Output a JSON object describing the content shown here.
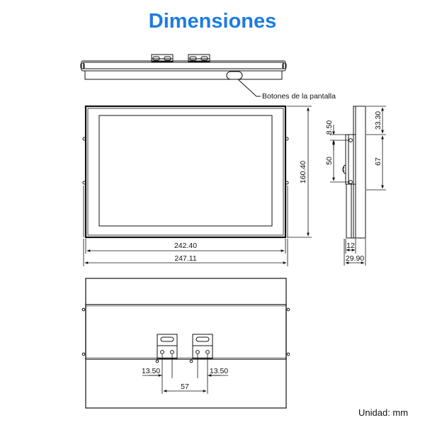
{
  "title": "Dimensiones",
  "callout": "Botones de la pantalla",
  "front": {
    "inner_width": "242.40",
    "outer_width": "247.11",
    "height": "160.40"
  },
  "side": {
    "top": "33.30",
    "bracket_offset": "8.50",
    "bracket_height": "50",
    "lower": "67",
    "bracket_width": "12",
    "depth": "29.90"
  },
  "back": {
    "left_offset": "13.50",
    "right_offset": "13.50",
    "spacing": "57"
  },
  "unit": "Unidad: mm"
}
